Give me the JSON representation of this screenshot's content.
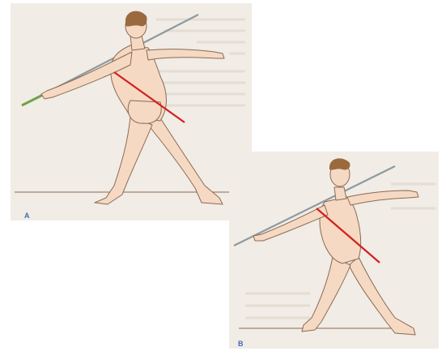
{
  "figure": {
    "panels": [
      {
        "label": "A",
        "pose": "javelin-throw-withdrawal",
        "view": "rear"
      },
      {
        "label": "B",
        "pose": "javelin-throw-release-preparation",
        "view": "front"
      }
    ],
    "colors": {
      "background": "#f1ece5",
      "skin": "#f5d9c2",
      "outline": "#8b6a55",
      "hair": "#9a6a3e",
      "javelin": "#8e9aa0",
      "javelin_grip": "#6fa24a",
      "highlight_line": "#d22020",
      "label": "#3a6fb0"
    },
    "icons": [
      "athlete-figure-rear",
      "athlete-figure-front",
      "javelin"
    ]
  }
}
